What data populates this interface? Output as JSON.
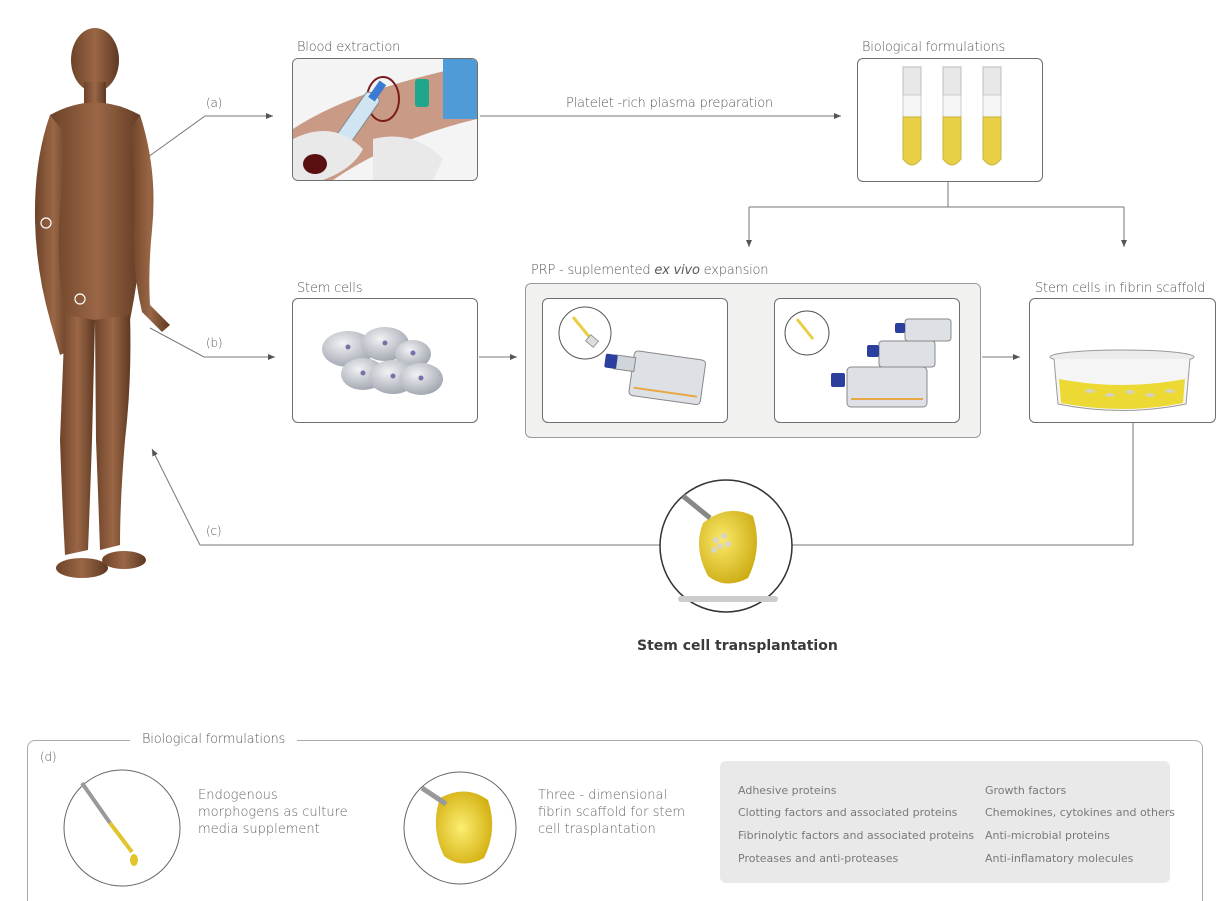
{
  "labels": {
    "blood_extraction": "Blood extraction",
    "biological_formulations_top": "Biological formulations",
    "platelet_rich": "Platelet -rich plasma preparation",
    "stem_cells": "Stem cells",
    "prp_prefix": "PRP - suplemented ",
    "prp_italic": "ex vivo",
    "prp_suffix": " expansion",
    "stem_cells_fibrin": "Stem cells in fibrin scaffold",
    "path_a": "(a)",
    "path_b": "(b)",
    "path_c": "(c)",
    "transplantation": "Stem cell transplantation"
  },
  "panel_d": {
    "title": "Biological formulations",
    "tag": "(d)",
    "item1": [
      "Endogenous",
      "morphogens as culture",
      "media supplement"
    ],
    "item2": [
      "Three - dimensional",
      "fibrin scaffold for stem",
      "cell trasplantation"
    ],
    "proteins_left": [
      "Adhesive proteins",
      "Clotting factors and associated proteins",
      "Fibrinolytic factors and associated proteins",
      "Proteases and anti-proteases"
    ],
    "proteins_right": [
      "Growth factors",
      "Chemokines, cytokines and others",
      "Anti-microbial proteins",
      "Anti-inflamatory molecules"
    ]
  },
  "colors": {
    "skin": "#8a5a3c",
    "plasma_yellow": "#e8cf45",
    "flask_cap": "#2d3f9e",
    "line": "#6f6f6f",
    "panel_gray": "#e9e9e9"
  }
}
